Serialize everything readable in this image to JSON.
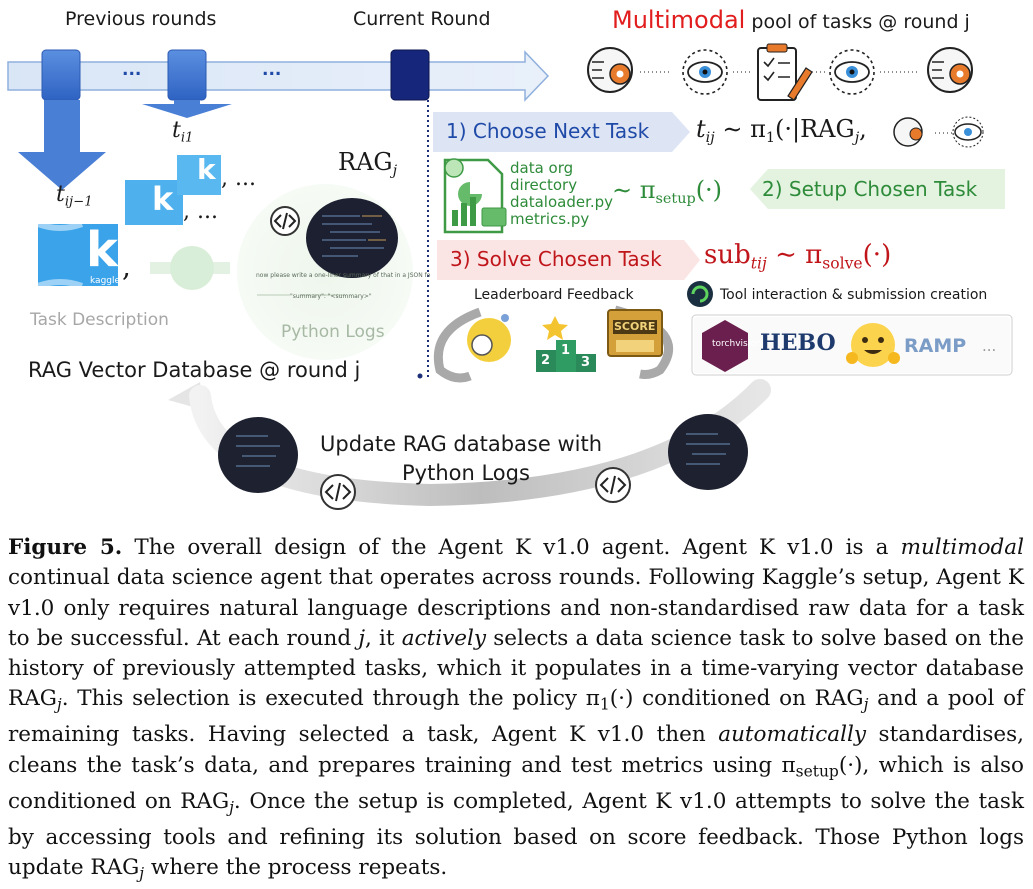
{
  "figure": {
    "timeline": {
      "previous_rounds": "Previous rounds",
      "current_round": "Current Round",
      "dots": "...",
      "t_i1": "t",
      "t_i1_sub": "i1",
      "t_ij1": "t",
      "t_ij1_sub": "ij−1",
      "comma_dots": ", ...",
      "comma": ","
    },
    "pool": {
      "title_accent": "Multimodal",
      "title_rest": " pool of tasks @ round j",
      "accent_color": "#e11d1d",
      "icons": [
        "brain-gear-icon",
        "eye-network-icon",
        "clipboard-checklist-icon",
        "eye-network-icon",
        "brain-gear-icon"
      ]
    },
    "rag": {
      "rag_j": "RAG",
      "rag_j_sub": "j",
      "task_description": "Task Description",
      "python_logs": "Python Logs",
      "db_title": "RAG Vector Database @ round j",
      "kaggle_letter": "k",
      "kaggle_word": "kaggle",
      "code_prompt": "now please write a one-liner summary of that in a JSON fo",
      "code_summary": "\"summary\": \"<summary>\""
    },
    "steps": {
      "step1": "1) Choose Next Task",
      "step1_color": "#dbe4f5",
      "step1_formula": "t",
      "step1_formula_sub": "ij",
      "step1_formula_rest": " ∼ π",
      "step1_formula_pi_sub": "1",
      "step1_formula_tail": "(·|RAG",
      "step1_formula_tail_sub": "j",
      "step1_formula_end": ",",
      "step2": "2) Setup Chosen Task",
      "step2_color": "#e3f3e1",
      "step2_text_color": "#2e8b3a",
      "setup_files": [
        "data org",
        "directory",
        "dataloader.py",
        "metrics.py"
      ],
      "setup_formula": "∼ π",
      "setup_formula_sub": "setup",
      "setup_formula_end": "(·)",
      "step3": "3) Solve Chosen Task",
      "step3_color": "#fbe3e3",
      "solve_formula": "sub",
      "solve_formula_sub": "tij",
      "solve_formula_mid": " ∼ π",
      "solve_formula_pi_sub": "solve",
      "solve_formula_end": "(·)",
      "solve_color": "#c0161b",
      "leaderboard": "Leaderboard Feedback",
      "tool_interaction": "Tool interaction & submission creation",
      "score": "SCORE",
      "podium": [
        "2",
        "1",
        "3"
      ],
      "tools": [
        "torchvision",
        "HEBO",
        "RAMP"
      ],
      "tools_more": "..."
    },
    "update": {
      "line1": "Update RAG database with",
      "line2": "Python Logs"
    }
  },
  "caption": {
    "label": "Figure 5.",
    "s1": " The overall design of the Agent K v1.0 agent. Agent K v1.0 is a ",
    "s1_em": "multimodal",
    "s2": " continual data science agent that operates across rounds. Following Kaggle’s setup, Agent K v1.0 only requires natural language descriptions and non-standardised raw data for a task to be successful. At each round ",
    "s2_j": "j",
    "s3": ", it ",
    "s3_em": "actively",
    "s4": " selects a data science task to solve based on the history of previously attempted tasks, which it populates in a time-varying vector database RAG",
    "sub_j": "j",
    "s5": ". This selection is executed through the policy π",
    "s5_sub": "1",
    "s5_end": "(·) conditioned on RAG",
    "s6": " and a pool of remaining tasks. Having selected a task, Agent K v1.0 then ",
    "s6_em": "automatically",
    "s7": " standardises, cleans the task’s data, and prepares training and test metrics using π",
    "s7_sub": "setup",
    "s7_end": "(·), which is also conditioned on RAG",
    "s8": ". Once the setup is completed, Agent K v1.0 attempts to solve the task by accessing tools and refining its solution based on score feedback. Those Python logs update RAG",
    "s9": " where the process repeats."
  }
}
